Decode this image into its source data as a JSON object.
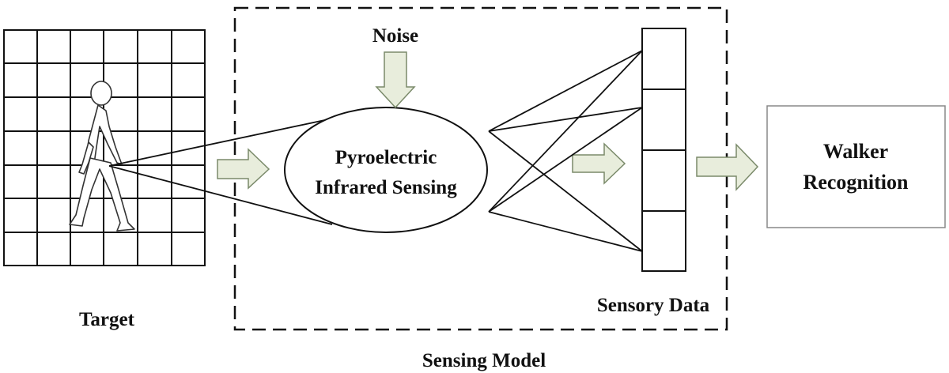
{
  "labels": {
    "noise": "Noise",
    "sensing_line1": "Pyroelectric",
    "sensing_line2": "Infrared Sensing",
    "walker_line1": "Walker",
    "walker_line2": "Recognition",
    "target": "Target",
    "sensory_data": "Sensory Data",
    "sensing_model": "Sensing Model"
  },
  "colors": {
    "arrow_fill": "#e8eddc",
    "arrow_stroke": "#7a8a6a",
    "line": "#111111",
    "box_border": "#888888"
  },
  "icons": {
    "walker": "walking-person-icon"
  }
}
